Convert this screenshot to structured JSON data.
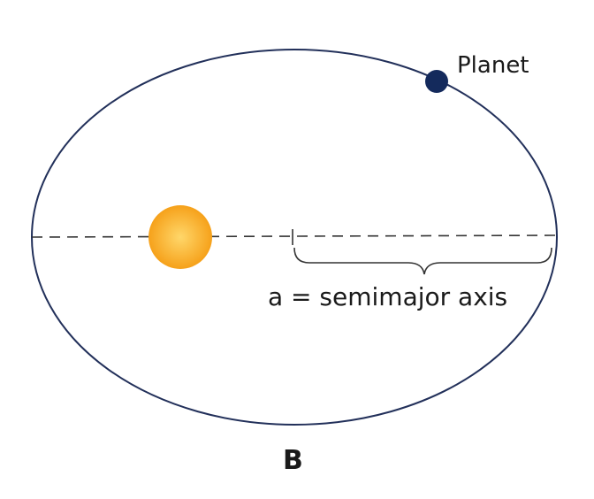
{
  "labels": {
    "planet": "Planet",
    "semimajor_axis": "a = semimajor axis",
    "panel": "B"
  },
  "colors": {
    "orbit": "#22305a",
    "planet": "#142a5c",
    "sun_center": "#ffd76a",
    "sun_edge": "#f6a11a",
    "axis_line": "#333333",
    "text": "#1a1a1a"
  }
}
